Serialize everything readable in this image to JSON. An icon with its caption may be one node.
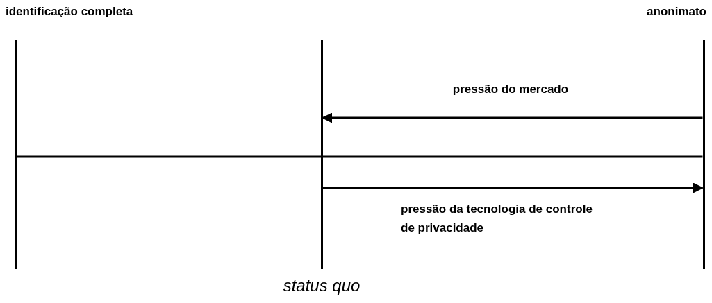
{
  "diagram": {
    "nodes": [
      {
        "text": [
          "identificação completa"
        ]
      },
      {
        "text": [
          "status quo"
        ]
      },
      {
        "text": [
          "anonimato"
        ]
      }
    ],
    "edges": [
      {
        "from": 0,
        "to": 2,
        "arrow": "none"
      },
      {
        "from": 2,
        "to": 1,
        "arrow": "to",
        "label": "pressão do mercado"
      },
      {
        "from": 1,
        "to": 2,
        "arrow": "to",
        "label": "pressão da tecnologia de controle de privacidade"
      }
    ]
  }
}
